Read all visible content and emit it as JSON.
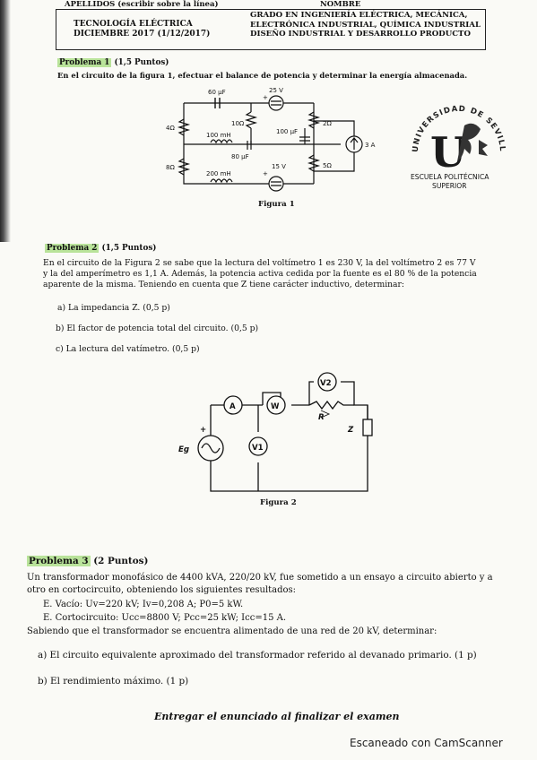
{
  "header": {
    "surname_label": "APELLIDOS (escribir sobre la línea)",
    "name_label": "NOMBRE",
    "course_line1": "TECNOLOGÍA ELÉCTRICA",
    "course_line2": "DICIEMBRE 2017 (1/12/2017)",
    "degree_line1": "GRADO EN INGENIERÍA ELÉCTRICA, MECÁNICA,",
    "degree_line2": "ELECTRÓNICA INDUSTRIAL, QUÍMICA INDUSTRIAL",
    "degree_line3": "DISEÑO INDUSTRIAL Y DESARROLLO PRODUCTO"
  },
  "logo": {
    "arc_text": "UNIVERSIDAD DE SEVILLA",
    "monogram": "U",
    "school_line1": "ESCUELA POLITÉCNICA",
    "school_line2": "SUPERIOR"
  },
  "problem1": {
    "title": "Problema 1",
    "points": "(1,5 Puntos)",
    "statement": "En el circuito de la figura 1, efectuar el balance de potencia y determinar la energía almacenada.",
    "figure_caption": "Figura 1",
    "labels": {
      "c60": "60 μF",
      "v25": "25 V",
      "r4": "4Ω",
      "r10": "10Ω",
      "r2": "2Ω",
      "l100": "100 mH",
      "c100": "100 μF",
      "i3": "3 A",
      "c80": "80 μF",
      "v15": "15 V",
      "r8": "8Ω",
      "l200": "200 mH",
      "r5": "5Ω",
      "plus": "+"
    }
  },
  "problem2": {
    "title": "Problema 2",
    "points": "(1,5 Puntos)",
    "line1": "En el circuito de la Figura 2 se sabe que la lectura del voltímetro 1 es 230 V, la del voltímetro 2 es 77 V",
    "line2": "y la del amperímetro es 1,1 A. Además, la potencia activa cedida por la fuente es el 80 % de la potencia",
    "line3": "aparente de la misma. Teniendo en cuenta que Z tiene carácter inductivo, determinar:",
    "item_a": "a)  La impedancia Z. (0,5 p)",
    "item_b": "b)  El factor de potencia total del circuito. (0,5 p)",
    "item_c": "c)  La lectura del vatímetro. (0,5 p)",
    "figure_caption": "Figura 2",
    "labels": {
      "ammeter": "A",
      "wattmeter": "W",
      "v1": "V1",
      "v2": "V2",
      "r": "R",
      "z": "Z",
      "eg": "Eg",
      "plus": "+"
    }
  },
  "problem3": {
    "title": "Problema 3",
    "points": "(2 Puntos)",
    "line1": "Un transformador monofásico de 4400 kVA, 220/20 kV, fue sometido a un ensayo a circuito abierto y a",
    "line2": "otro en cortocircuito, obteniendo los siguientes resultados:",
    "test1": "E. Vacío: Uv=220 kV; Iv=0,208 A; P0=5 kW.",
    "test2": "E. Cortocircuito: Ucc=8800 V; Pcc=25 kW; Icc=15 A.",
    "line3": "Sabiendo que el transformador se encuentra alimentado de una red de 20 kV, determinar:",
    "item_a": "a)  El circuito equivalente aproximado del transformador referido al devanado primario. (1 p)",
    "item_b": "b)  El rendimiento máximo. (1 p)"
  },
  "footer": {
    "instruction": "Entregar el enunciado al finalizar el examen",
    "scanner": "Escaneado con CamScanner"
  },
  "colors": {
    "highlight": "#b9e39a",
    "ink": "#111111",
    "paper": "#fafaf6"
  }
}
